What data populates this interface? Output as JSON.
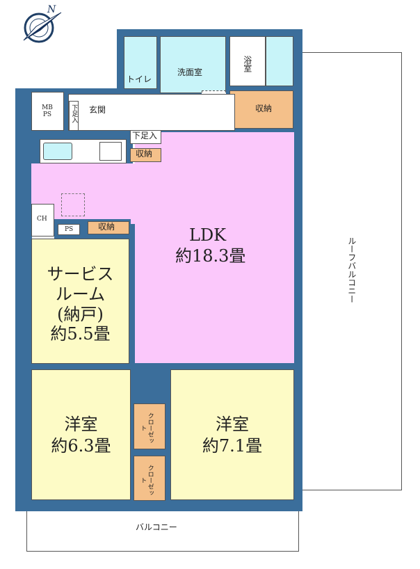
{
  "rooms": {
    "ldk": {
      "name": "LDK",
      "size": "約18.3畳"
    },
    "service_room": {
      "line1": "サービス",
      "line2": "ルーム",
      "line3": "(納戸)",
      "size": "約5.5畳"
    },
    "bedroom_west": {
      "name": "洋室",
      "size": "約6.3畳"
    },
    "bedroom_east": {
      "name": "洋室",
      "size": "約7.1畳"
    },
    "toilet": "トイレ",
    "washroom": "洗面室",
    "bathroom": "浴室",
    "entrance": "玄関",
    "shoe_storage_entrance": "下足入",
    "shoe_storage_hall": "下足入",
    "storage_bath": "収納",
    "storage_hall": "収納",
    "storage_service": "収納",
    "closet_1": "クローゼット",
    "closet_2": "クローゼット",
    "mbps": "MB PS",
    "ch": "CH",
    "ps": "PS",
    "roof_balcony": "ルーフバルコニー",
    "balcony": "バルコニー"
  },
  "compass": {
    "label": "N"
  },
  "colors": {
    "wall": "#3b6e9b",
    "ldk": "#fbc8fb",
    "room": "#fdfbc6",
    "wet": "#c8f4f9",
    "storage": "#f4c08a"
  }
}
